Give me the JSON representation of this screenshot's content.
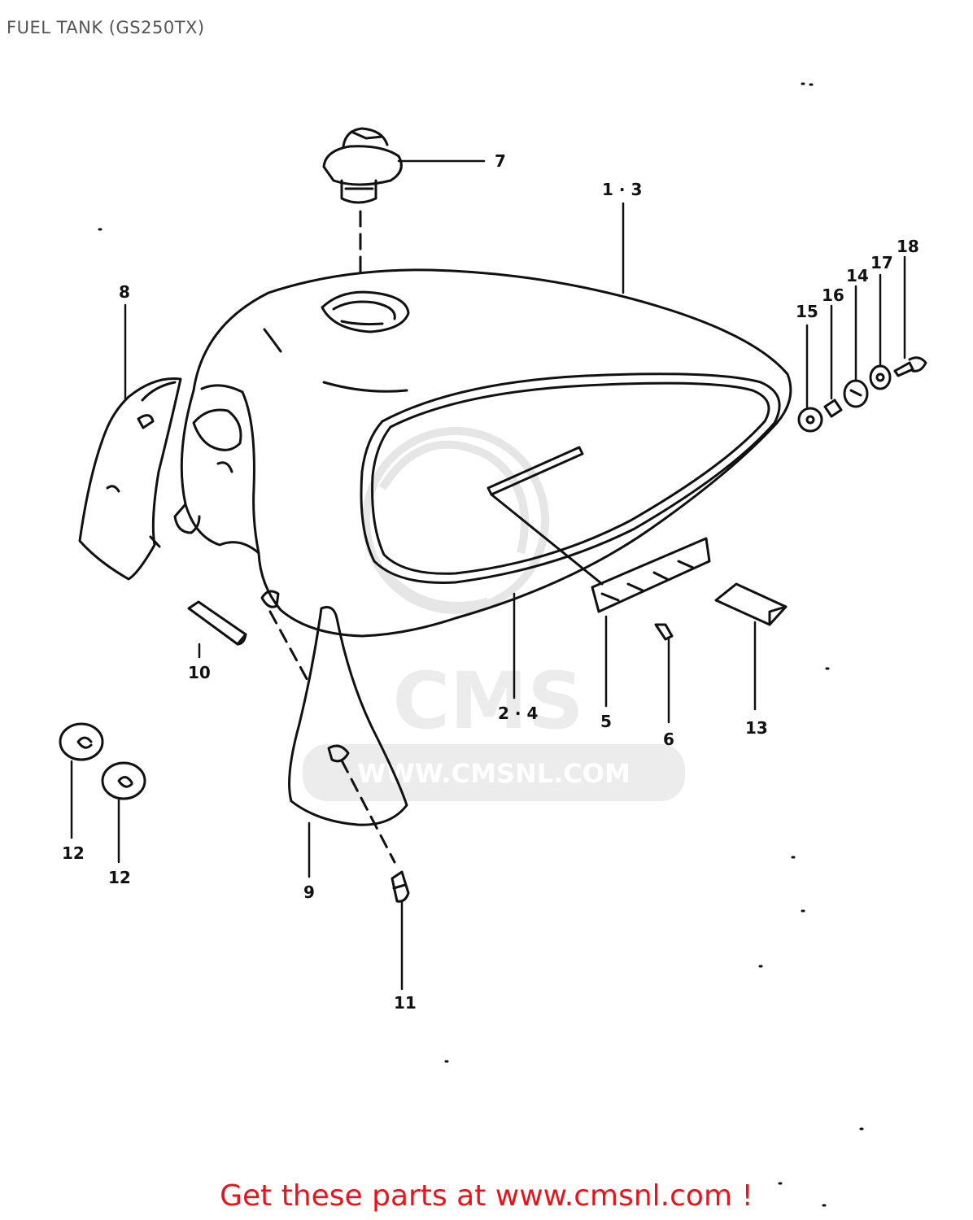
{
  "title": "FUEL TANK (GS250TX)",
  "watermark": {
    "logo_text": "CMS",
    "url_text": "WWW.CMSNL.COM"
  },
  "callouts": {
    "c1_3": "1 · 3",
    "c2_4": "2 · 4",
    "c5": "5",
    "c6": "6",
    "c7": "7",
    "c8": "8",
    "c9": "9",
    "c10": "10",
    "c11": "11",
    "c12a": "12",
    "c12b": "12",
    "c13": "13",
    "c14": "14",
    "c15": "15",
    "c16": "16",
    "c17": "17",
    "c18": "18"
  },
  "footer": {
    "link_text": "Get these parts at www.cmsnl.com !"
  },
  "colors": {
    "line": "#111111",
    "watermark": "#e6e6e6",
    "footer": "#e8141c"
  }
}
